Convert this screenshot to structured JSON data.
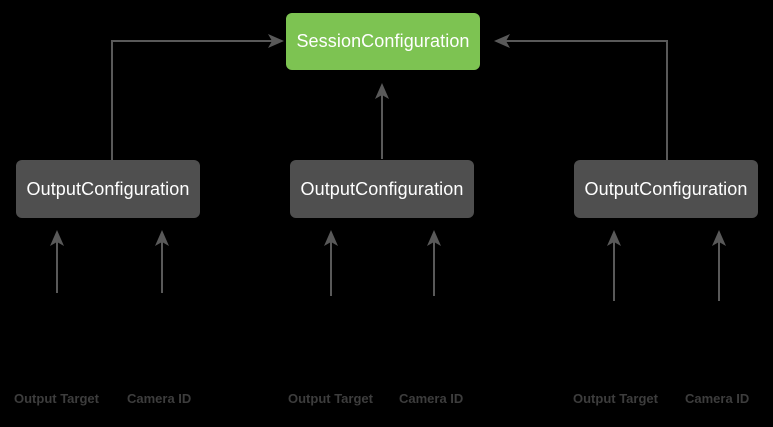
{
  "diagram": {
    "type": "hierarchy-block-diagram",
    "background_color": "#000000",
    "title_node": {
      "label": "SessionConfiguration",
      "color": "#7DC352",
      "text_color": "#ffffff"
    },
    "node_color": "#4F4F4F",
    "wire_color": "#595959",
    "leaf_label_color": "#3d3d3d",
    "groups": [
      {
        "id": "group-left",
        "node_label": "OutputConfiguration",
        "inputs": [
          {
            "label": "Output Target"
          },
          {
            "label": "Camera ID"
          }
        ]
      },
      {
        "id": "group-middle",
        "node_label": "OutputConfiguration",
        "inputs": [
          {
            "label": "Output Target"
          },
          {
            "label": "Camera ID"
          }
        ]
      },
      {
        "id": "group-right",
        "node_label": "OutputConfiguration",
        "inputs": [
          {
            "label": "Output Target"
          },
          {
            "label": "Camera ID"
          }
        ]
      }
    ]
  }
}
